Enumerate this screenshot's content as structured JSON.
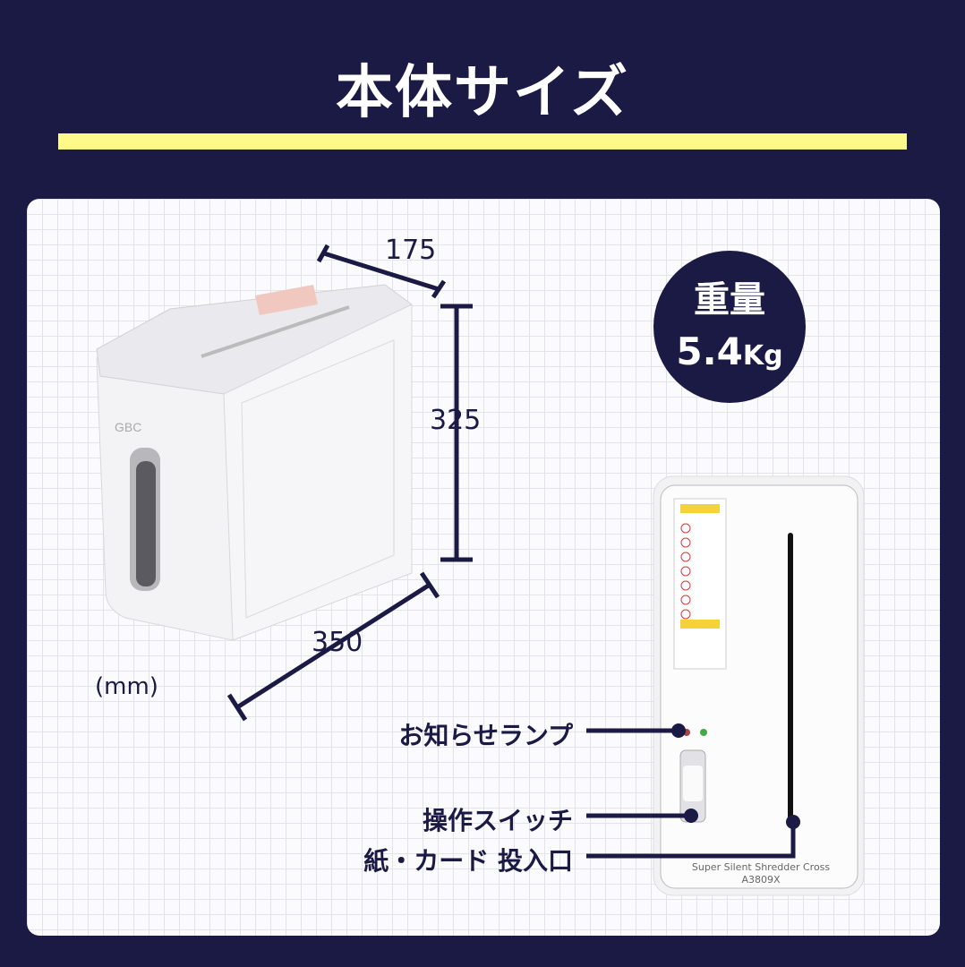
{
  "title": "本体サイズ",
  "dimensions": {
    "width": "175",
    "height": "325",
    "depth": "350",
    "unit": "(mm)"
  },
  "weight": {
    "label": "重量",
    "value": "5.4",
    "unit": "Kg"
  },
  "callouts": {
    "lamp": "お知らせランプ",
    "switch": "操作スイッチ",
    "slot": "紙・カード 投入口"
  },
  "product": {
    "brand": "GBC",
    "name": "Super Silent Shredder Cross",
    "model": "A3809X"
  },
  "colors": {
    "navy": "#1b1a45",
    "yellow": "#fdf98a"
  }
}
